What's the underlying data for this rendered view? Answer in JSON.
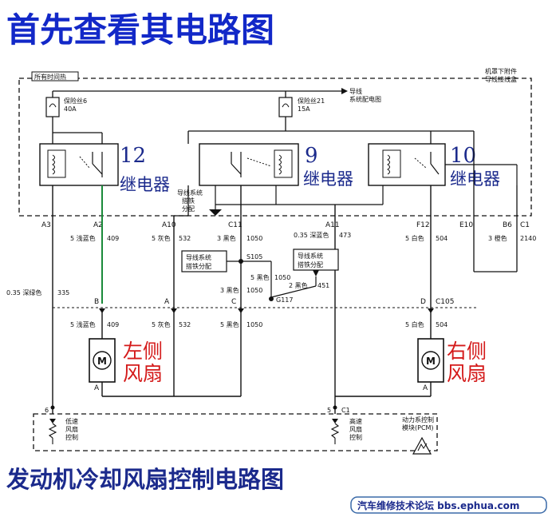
{
  "title": "首先查看其电路图",
  "subtitle": "发动机冷却风扇控制电路图",
  "watermark": "汽车维修技术论坛 bbs.ephua.com",
  "colors": {
    "title_blue": "#1228c8",
    "annotation_red": "#d41a1a",
    "annotation_navy": "#1b2a8c",
    "wire": "#111111",
    "wire_green": "#1a8a3a"
  },
  "top_labels": {
    "hot_at_all_times": "所有时间热",
    "fuse6": "保险丝6",
    "fuse6_amp": "40A",
    "fuse21": "保险丝21",
    "fuse21_amp": "15A",
    "to_wire": "导线",
    "to_wire_2": "系统配电图",
    "engine_box": "机罩下附件",
    "engine_box_2": "导线接线盒",
    "ground_dist": "导线系统",
    "ground_dist_2": "搭铁",
    "ground_dist_3": "分配"
  },
  "relays": [
    {
      "number": "12",
      "label": "继电器"
    },
    {
      "number": "9",
      "label": "继电器"
    },
    {
      "number": "10",
      "label": "继电器"
    }
  ],
  "fans": {
    "left": "左侧",
    "left_2": "风扇",
    "right": "右侧",
    "right_2": "风扇",
    "motor": "M"
  },
  "connectors": {
    "a3": "A3",
    "a2": "A2",
    "a10": "A10",
    "c11": "C11",
    "a11": "A11",
    "f12": "F12",
    "e10": "E10",
    "b6": "B6",
    "c1": "C1",
    "b": "B",
    "a": "A",
    "c": "C",
    "d": "D",
    "c105": "C105",
    "s105": "S105",
    "g117": "G117"
  },
  "wires": {
    "w409": "5 浅蓝色",
    "n409": "409",
    "w532": "5 灰色",
    "n532": "532",
    "w1050": "3 黑色",
    "n1050": "1050",
    "w473": "0.35 深蓝色",
    "n473": "473",
    "w504": "5 白色",
    "n504": "504",
    "w2140": "3 橙色",
    "n2140": "2140",
    "w335": "0.35 深绿色",
    "n335": "335",
    "w1050b": "5 黑色",
    "w1050c": "3 黑色",
    "w451": "2 黑色",
    "n451": "451",
    "w409b": "5 浅蓝色",
    "w532b": "5 灰色",
    "w1050d": "5 黑色",
    "w504b": "5 白色"
  },
  "ground_boxes": {
    "left": "导线系统",
    "left_2": "搭铁分配",
    "right": "导线系统",
    "right_2": "搭铁分配"
  },
  "pcm": {
    "low_speed": "低速",
    "low_speed_2": "风扇",
    "low_speed_3": "控制",
    "high_speed": "高速",
    "high_speed_2": "风扇",
    "high_speed_3": "控制",
    "module": "动力系控制",
    "module_2": "模块(PCM)",
    "pin6": "6",
    "pin5": "5",
    "pin_c1": "C1"
  }
}
